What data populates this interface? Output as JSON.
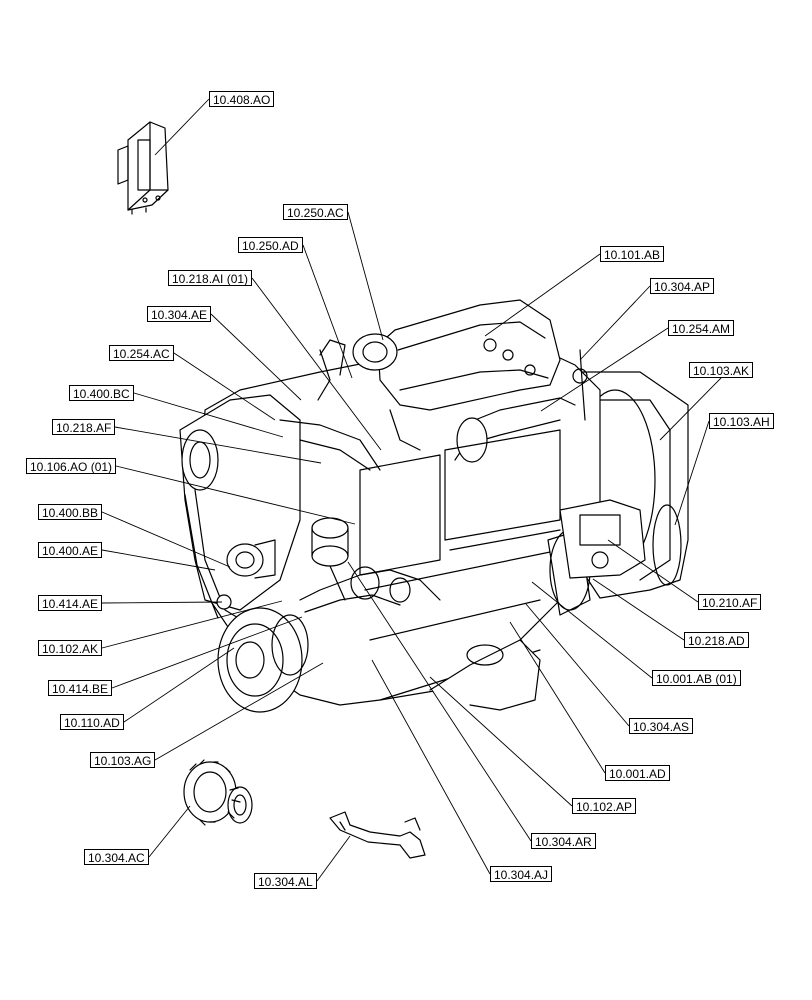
{
  "callouts": {
    "c01": "10.408.AO",
    "c02": "10.250.AC",
    "c03": "10.250.AD",
    "c04": "10.218.AI (01)",
    "c05": "10.304.AE",
    "c06": "10.254.AC",
    "c07": "10.400.BC",
    "c08": "10.218.AF",
    "c09": "10.106.AO (01)",
    "c10": "10.400.BB",
    "c11": "10.400.AE",
    "c12": "10.414.AE",
    "c13": "10.102.AK",
    "c14": "10.414.BE",
    "c15": "10.110.AD",
    "c16": "10.103.AG",
    "c17": "10.304.AC",
    "c18": "10.304.AL",
    "c19": "10.101.AB",
    "c20": "10.304.AP",
    "c21": "10.254.AM",
    "c22": "10.103.AK",
    "c23": "10.103.AH",
    "c24": "10.210.AF",
    "c25": "10.218.AD",
    "c26": "10.001.AB (01)",
    "c27": "10.304.AS",
    "c28": "10.001.AD",
    "c29": "10.102.AP",
    "c30": "10.304.AR",
    "c31": "10.304.AJ"
  },
  "colors": {
    "ink": "#000000",
    "paper": "#ffffff"
  },
  "icons": [
    "engine-assembly-illustration",
    "sensor-module-illustration",
    "oil-pump-gear-illustration",
    "oil-suction-pipe-illustration"
  ]
}
